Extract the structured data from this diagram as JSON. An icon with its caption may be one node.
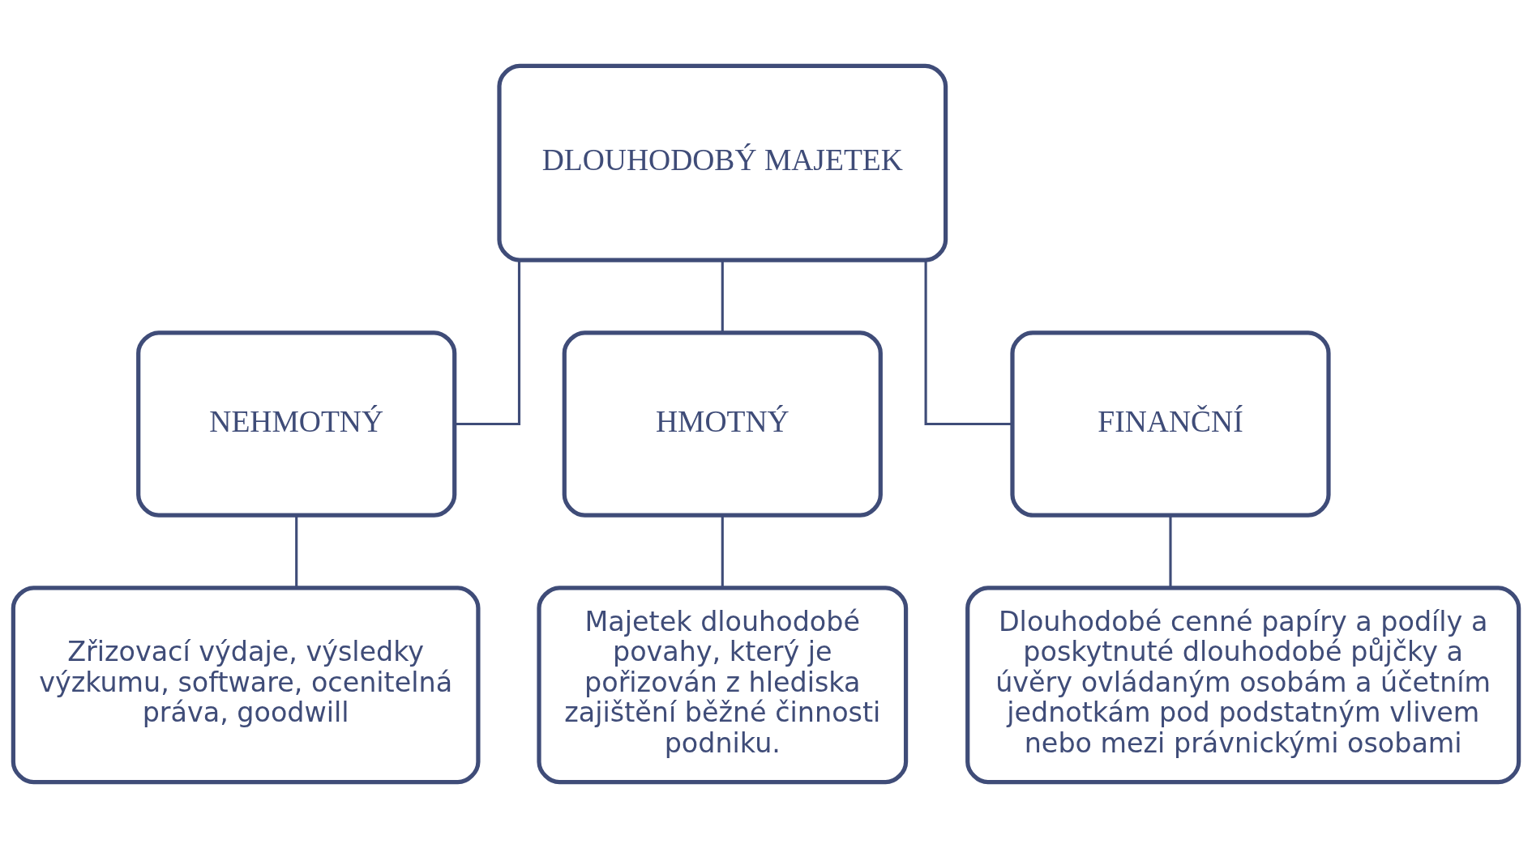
{
  "diagram": {
    "nodes": [
      {
        "text": [
          "DLOUHODOBÝ MAJETEK"
        ]
      },
      {
        "text": [
          "NEHMOTNÝ"
        ]
      },
      {
        "text": [
          "HMOTNÝ"
        ]
      },
      {
        "text": [
          "FINANČNÍ"
        ]
      },
      {
        "text": [
          "Zřizovací výdaje, výsledky výzkumu, software, ocenitelná práva, goodwill"
        ]
      },
      {
        "text": [
          "Majetek dlouhodobé povahy, který je pořizován z hlediska zajištění běžné činnosti podniku."
        ]
      },
      {
        "text": [
          "Dlouhodobé cenné papíry a podíly a poskytnuté dlouhodobé půjčky a úvěry ovládaným osobám a účetním jednotkám pod podstatným vlivem nebo mezi právnickými osobami"
        ]
      }
    ],
    "edges": [
      {
        "from": 0,
        "to": 1,
        "arrow": "none"
      },
      {
        "from": 0,
        "to": 2,
        "arrow": "none"
      },
      {
        "from": 0,
        "to": 3,
        "arrow": "none"
      },
      {
        "from": 1,
        "to": 4,
        "arrow": "none"
      },
      {
        "from": 2,
        "to": 5,
        "arrow": "none"
      },
      {
        "from": 3,
        "to": 6,
        "arrow": "none"
      }
    ]
  }
}
